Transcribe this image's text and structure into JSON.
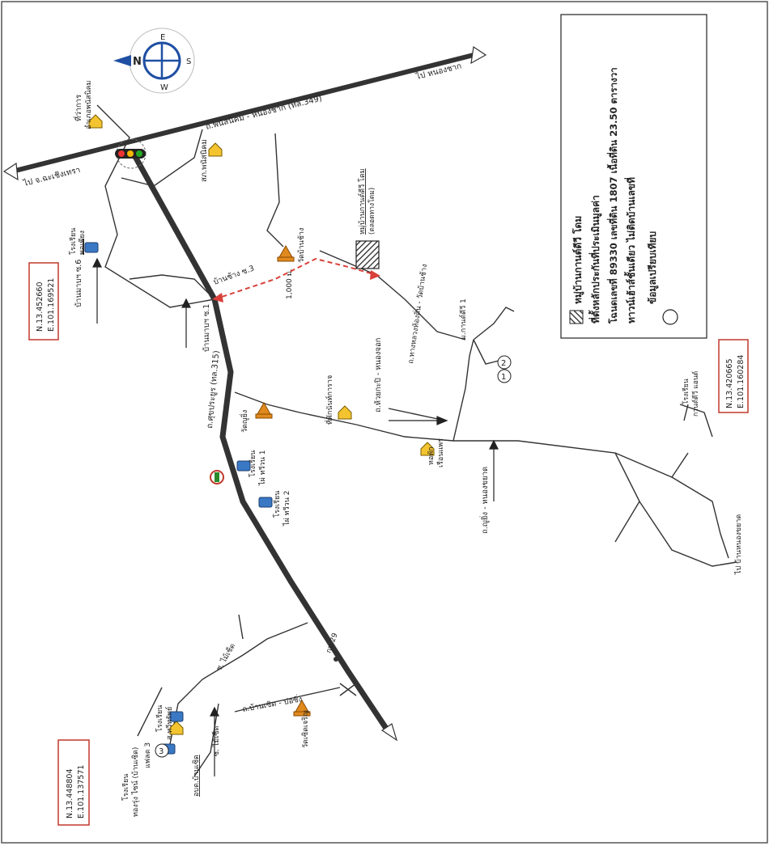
{
  "compass": {
    "n": "N",
    "e": "E",
    "s": "S",
    "w": "W"
  },
  "legend": {
    "title": "หมู่บ้านกานต์ดีวี โดม",
    "line1": "ที่ตั้งหลักประกันที่ประเมินมูลค่า",
    "line2": "โฉนดเลขที่ 89330 เลขที่ดิน 1807 เนื้อที่ดิน 23.50 ตารางวา",
    "line3": "ทาวน์เฮ้าส์ชั้นเดียว ไม่ติดบ้านเลขที่",
    "line4": "ข้อมูลเปรียบเทียบ"
  },
  "coords": {
    "top_n": "N.13.452660",
    "top_e": "E.101.169521",
    "right_n": "N.13.420665",
    "right_e": "E.101.160284",
    "bottom_n": "N.13.448804",
    "bottom_e": "E.101.137571"
  },
  "roads": {
    "highway349": "ถ.พนัสนิคม - หนองชาก (ทล.349)",
    "highway315": "ถ.ศุขประยูร (ทล.315)",
    "to_nongchak": "ไป หนองชาก",
    "to_chachoengsao": "ไป จ.ฉะเชิงเทรา",
    "huaikapi": "ถ.ห้วยกะปิ - หนองจอก",
    "soi_wat": "ถ.ทางหลวงท้องถิ่น - วัดบ้านช้าง",
    "banchang_soi3": "บ้านช้าง ซ.3",
    "banmangsoi1": "บ้านมาบฯ ซ.1",
    "banmangsoi6": "บ้านมาบฯ ซ.6",
    "yuying": "ถ.ญูยิ่ง - หนองขยาด",
    "to_nongkhayat": "ไป บ้านหนองขยาด",
    "banchet": "ถ.บ้านเซิด - บ่อซิ่ง",
    "soi_maiched": "ซ. ไม้เซ็ด",
    "soi_maiched2": "ซ. ไม้เซ็ด",
    "km": "กม.29"
  },
  "places": {
    "amphoe": "ที่ว่าการ",
    "amphoe2": "อำเภอพนัสนิคม",
    "police": "สภ.พนัสนิคม",
    "school_phopiang": "โรงเรียน",
    "school_phopiang2": "พอเพียง",
    "wat_banchang": "วัดบ้านช้าง",
    "distance": "1,000 ม.",
    "village_name": "หมู่บ้านกานต์ดีวี โดม",
    "village_sub": "(ตลอดทางโดม)",
    "kanti1": "ม.กานต์ดีวี 1",
    "wat_yuying": "วัดญูยิ่ง",
    "nan_kaew": "ที่พักนันท์การาจ",
    "school_tawee1": "โรงเรียน",
    "school_tawee1b": "ไผ่ ทวีวน 1",
    "school_tawee2": "โรงเรียน",
    "school_tawee2b": "ไผ่ ทวีวน 2",
    "hostel": "หอพัก",
    "hostel2": "เรือนแพร",
    "school_kanti": "โรงเรียน",
    "school_kanti2": "กานต์ดีวี แอนด์",
    "wat_banchet": "วัดเซิดเจริญ",
    "school_thongrung": "โรงเรียน",
    "school_thongrung2": "ทองรุ่ง ไซน์ (บ้านเซิด)",
    "flat3": "แฟลต 3",
    "school_sat": "โรงเรียน",
    "school_sat2": "ส.ทวีทรัพย์",
    "obt": "อบต.บ้านเซิด",
    "circ1": "1",
    "circ2": "2",
    "circ3": "3"
  },
  "colors": {
    "road": "#333333",
    "accent": "#c0392b",
    "route": "#d9413a"
  }
}
